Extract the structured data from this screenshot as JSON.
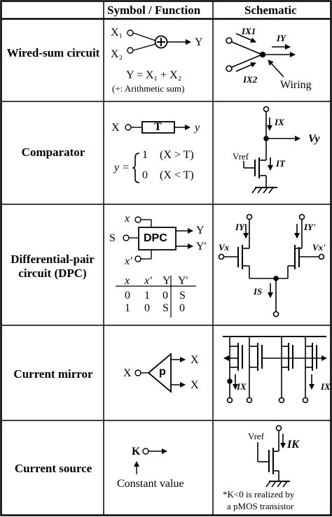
{
  "headers": {
    "col1": "",
    "col2": "Symbol / Function",
    "col3": "Schematic"
  },
  "rows": [
    {
      "name": "Wired-sum circuit",
      "symbol": {
        "in1": "X₁",
        "in2": "X₂",
        "op": "+",
        "out": "Y",
        "equation": "Y = X₁ + X₂",
        "note": "(+: Arithmetic sum)"
      },
      "schematic": {
        "i1": "IX1",
        "i2": "IX2",
        "iy": "IY",
        "wiring": "Wiring"
      }
    },
    {
      "name": "Comparator",
      "symbol": {
        "in": "X",
        "block": "T",
        "out": "y",
        "lhs": "y =",
        "case1_val": "1",
        "case1_cond": "(X > T)",
        "case0_val": "0",
        "case0_cond": "(X < T)"
      },
      "schematic": {
        "ix": "IX",
        "vy": "Vy",
        "vref": "Vref",
        "it": "IT"
      }
    },
    {
      "name": "Differential-pair circuit (DPC)",
      "symbol": {
        "x": "x",
        "s": "S",
        "block": "DPC",
        "out1": "Y",
        "out2": "Y'",
        "xp": "x'",
        "table_headers": [
          "x",
          "x'",
          "Y",
          "Y'"
        ],
        "table_rows": [
          [
            "0",
            "1",
            "0",
            "S"
          ],
          [
            "1",
            "0",
            "S",
            "0"
          ]
        ]
      },
      "schematic": {
        "iy": "IY",
        "iyp": "IY'",
        "vx": "Vx",
        "vxp": "Vx'",
        "is": "IS"
      }
    },
    {
      "name": "Current mirror",
      "symbol": {
        "in": "X",
        "block": "p",
        "out1": "X",
        "out2": "X"
      },
      "schematic": {
        "ix": "IX",
        "ix2": "IX"
      }
    },
    {
      "name": "Current source",
      "symbol": {
        "k": "K",
        "note": "Constant value"
      },
      "schematic": {
        "vref": "Vref",
        "ik": "IK",
        "note1": "*K<0 is realized by",
        "note2": "a pMOS transistor"
      }
    }
  ]
}
